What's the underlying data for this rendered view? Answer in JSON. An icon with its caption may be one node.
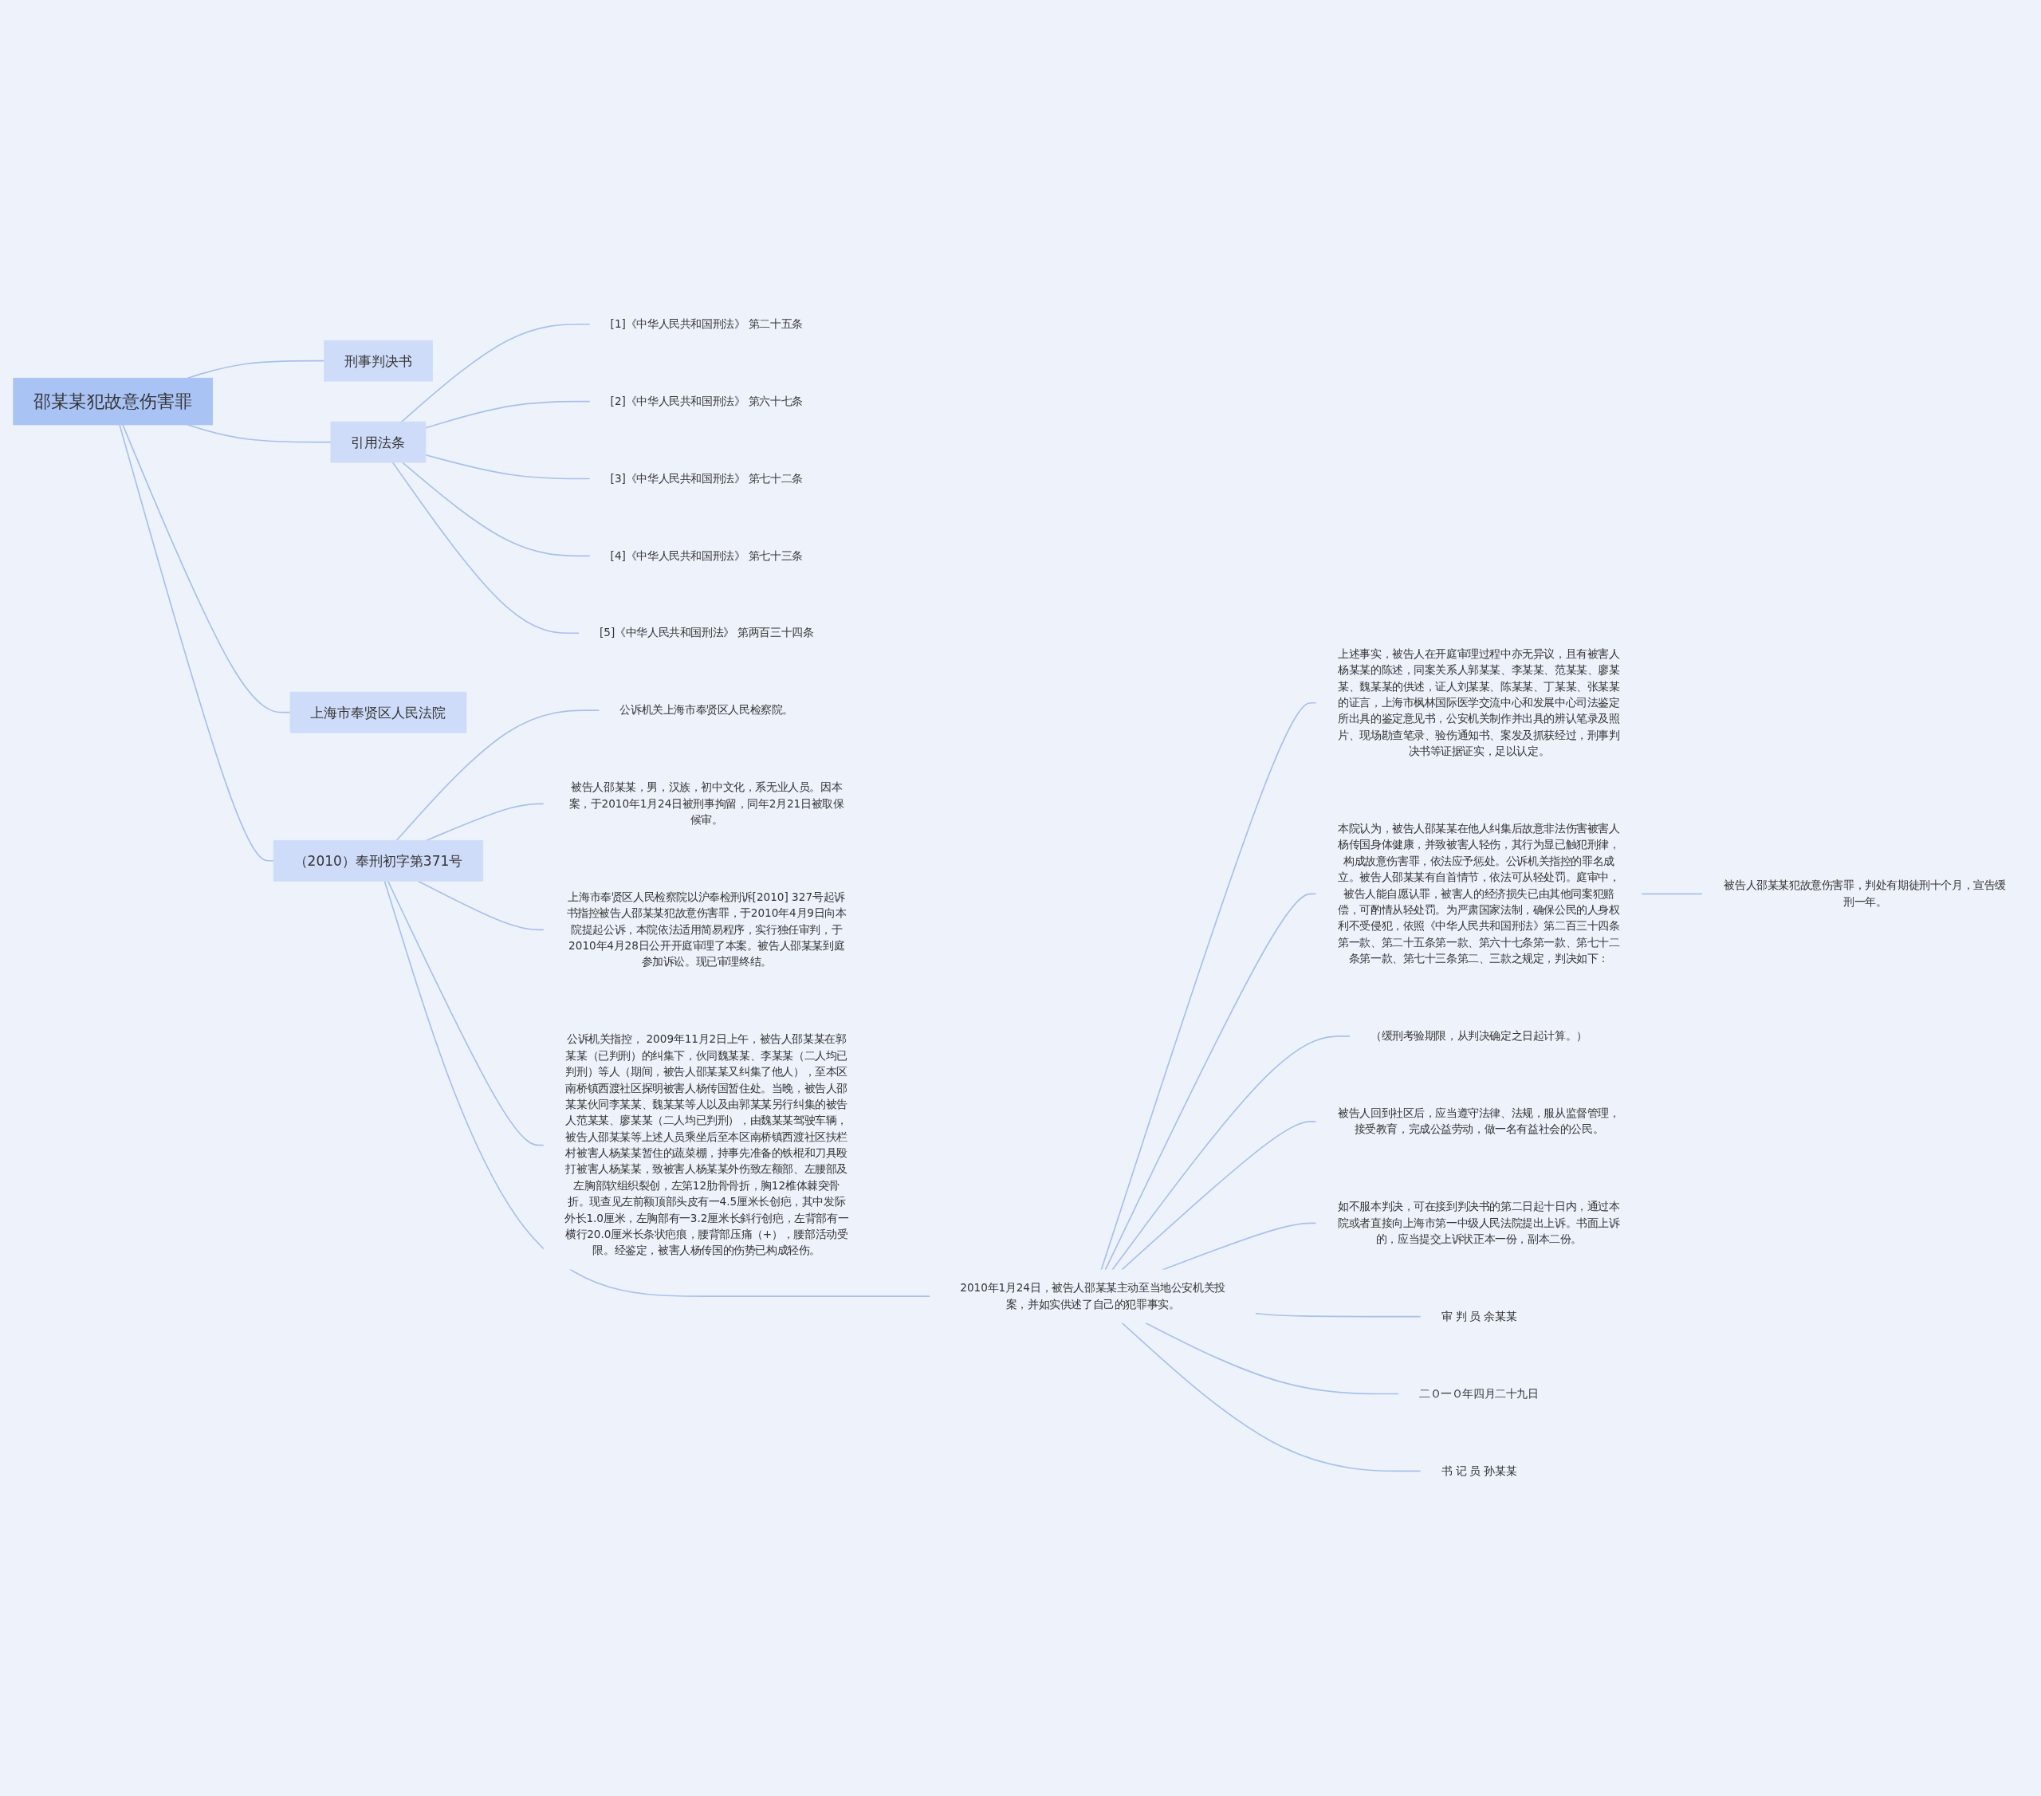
{
  "diagram": {
    "nodes": [
      {
        "text": [
          "邵某某犯故意伤害罪"
        ]
      },
      {
        "text": [
          "刑事判决书"
        ]
      },
      {
        "text": [
          "引用法条"
        ]
      },
      {
        "text": [
          "[1]《中华人民共和国刑法》 第二十五条"
        ]
      },
      {
        "text": [
          "[2]《中华人民共和国刑法》 第六十七条"
        ]
      },
      {
        "text": [
          "[3]《中华人民共和国刑法》 第七十二条"
        ]
      },
      {
        "text": [
          "[4]《中华人民共和国刑法》 第七十三条"
        ]
      },
      {
        "text": [
          "[5]《中华人民共和国刑法》 第两百三十四条"
        ]
      },
      {
        "text": [
          "上海市奉贤区人民法院"
        ]
      },
      {
        "text": [
          "（2010）奉刑初字第371号"
        ]
      },
      {
        "text": [
          "公诉机关上海市奉贤区人民检察院。"
        ]
      },
      {
        "text": [
          "被告人邵某某，男，汉族，初中文化，系无业人员。因本案，于2010年1月24日被刑事拘留，同年2月21日被取保候审。"
        ]
      },
      {
        "text": [
          "上海市奉贤区人民检察院以沪奉检刑诉[2010] 327号起诉书指控被告人邵某某犯故意伤害罪，于2010年4月9日向本院提起公诉，本院依法适用简易程序，实行独任审判，于2010年4月28日公开开庭审理了本案。被告人邵某某到庭参加诉讼。现已审理终结。"
        ]
      },
      {
        "text": [
          "公诉机关指控， 2009年11月2日上午，被告人邵某某在郭某某（已判刑）的纠集下，伙同魏某某、李某某（二人均已判刑）等人（期间，被告人邵某某又纠集了他人），至本区南桥镇西渡社区探明被害人杨传国暂住处。当晚，被告人邵某某伙同李某某、魏某某等人以及由郭某某另行纠集的被告人范某某、廖某某（二人均已判刑），由魏某某驾驶车辆，被告人邵某某等上述人员乘坐后至本区南桥镇西渡社区扶栏村被害人杨某某暂住的蔬菜棚，持事先准备的铁棍和刀具殴打被害人杨某某，致被害人杨某某外伤致左额部、左腰部及左胸部软组织裂创，左第12肋骨骨折，胸12椎体棘突骨折。现查见左前额顶部头皮有一4.5厘米长创疤，其中发际外长1.0厘米，左胸部有一3.2厘米长斜行创疤，左背部有一横行20.0厘米长条状疤痕，腰背部压痛（+），腰部活动受限。经鉴定，被害人杨传国的伤势已构成轻伤。"
        ]
      },
      {
        "text": [
          "2010年1月24日，被告人邵某某主动至当地公安机关投案，并如实供述了自己的犯罪事实。"
        ]
      },
      {
        "text": [
          "上述事实，被告人在开庭审理过程中亦无异议，且有被害人杨某某的陈述，同案关系人郭某某、李某某、范某某、廖某某、魏某某的供述，证人刘某某、陈某某、丁某某、张某某的证言，上海市枫林国际医学交流中心和发展中心司法鉴定所出具的鉴定意见书，公安机关制作并出具的辨认笔录及照片、现场勘查笔录、验伤通知书、案发及抓获经过，刑事判决书等证据证实，足以认定。"
        ]
      },
      {
        "text": [
          "本院认为，被告人邵某某在他人纠集后故意非法伤害被害人杨传国身体健康，并致被害人轻伤，其行为显已触犯刑律，构成故意伤害罪，依法应予惩处。公诉机关指控的罪名成立。被告人邵某某有自首情节，依法可从轻处罚。庭审中，被告人能自愿认罪，被害人的经济损失已由其他同案犯赔偿，可酌情从轻处罚。为严肃国家法制，确保公民的人身权利不受侵犯，依照《中华人民共和国刑法》第二百三十四条第一款、第二十五条第一款、第六十七条第一款、第七十二条第一款、第七十三条第二、三款之规定，判决如下："
        ]
      },
      {
        "text": [
          "被告人邵某某犯故意伤害罪，判处有期徒刑十个月，宣告缓刑一年。"
        ]
      },
      {
        "text": [
          "（缓刑考验期限，从判决确定之日起计算。）"
        ]
      },
      {
        "text": [
          "被告人回到社区后，应当遵守法律、法规，服从监督管理，接受教育，完成公益劳动，做一名有益社会的公民。"
        ]
      },
      {
        "text": [
          "如不服本判决，可在接到判决书的第二日起十日内，通过本院或者直接向上海市第一中级人民法院提出上诉。书面上诉的，应当提交上诉状正本一份，副本二份。"
        ]
      },
      {
        "text": [
          "审 判 员 余某某"
        ]
      },
      {
        "text": [
          "二Ｏ一Ｏ年四月二十九日"
        ]
      },
      {
        "text": [
          "书 记 员 孙某某"
        ]
      }
    ],
    "edges": [
      {
        "from": 0,
        "to": 1,
        "arrow": "none"
      },
      {
        "from": 0,
        "to": 2,
        "arrow": "none"
      },
      {
        "from": 2,
        "to": 3,
        "arrow": "none"
      },
      {
        "from": 2,
        "to": 4,
        "arrow": "none"
      },
      {
        "from": 2,
        "to": 5,
        "arrow": "none"
      },
      {
        "from": 2,
        "to": 6,
        "arrow": "none"
      },
      {
        "from": 2,
        "to": 7,
        "arrow": "none"
      },
      {
        "from": 0,
        "to": 8,
        "arrow": "none"
      },
      {
        "from": 0,
        "to": 9,
        "arrow": "none"
      },
      {
        "from": 9,
        "to": 10,
        "arrow": "none"
      },
      {
        "from": 9,
        "to": 11,
        "arrow": "none"
      },
      {
        "from": 9,
        "to": 12,
        "arrow": "none"
      },
      {
        "from": 9,
        "to": 13,
        "arrow": "none"
      },
      {
        "from": 9,
        "to": 14,
        "arrow": "none"
      },
      {
        "from": 14,
        "to": 15,
        "arrow": "none"
      },
      {
        "from": 14,
        "to": 16,
        "arrow": "none"
      },
      {
        "from": 16,
        "to": 17,
        "arrow": "none"
      },
      {
        "from": 14,
        "to": 18,
        "arrow": "none"
      },
      {
        "from": 14,
        "to": 19,
        "arrow": "none"
      },
      {
        "from": 14,
        "to": 20,
        "arrow": "none"
      },
      {
        "from": 14,
        "to": 21,
        "arrow": "none"
      },
      {
        "from": 14,
        "to": 22,
        "arrow": "none"
      },
      {
        "from": 14,
        "to": 23,
        "arrow": "none"
      }
    ]
  }
}
